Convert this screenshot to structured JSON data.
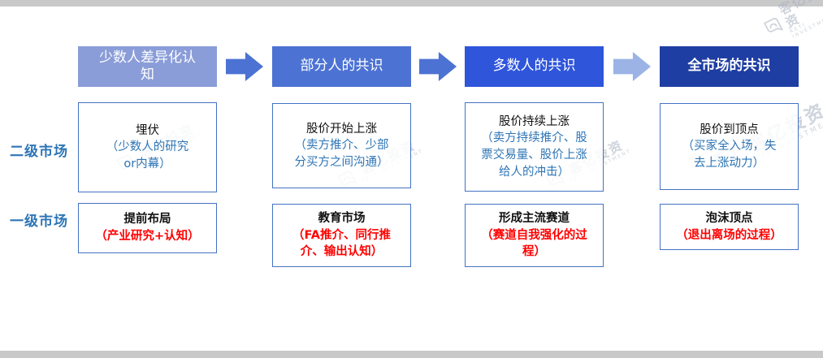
{
  "row_labels": {
    "secondary": "二级市场",
    "primary": "一级市场"
  },
  "stages": [
    {
      "header": "少数人差异化认\n知",
      "secondary": {
        "title": "埋伏",
        "detail": "（少数人的研究\nor内幕）"
      },
      "primary": {
        "title": "提前布局",
        "detail": "（产业研究+认知）"
      }
    },
    {
      "header": "部分人的共识",
      "secondary": {
        "title": "股价开始上涨",
        "detail": "（卖方推介、少部\n分买方之间沟通）"
      },
      "primary": {
        "title": "教育市场",
        "detail": "（FA推介、同行推\n介、输出认知）"
      }
    },
    {
      "header": "多数人的共识",
      "secondary": {
        "title": "股价持续上涨",
        "detail": "（卖方持续推介、股\n票交易量、股价上涨\n给人的冲击）"
      },
      "primary": {
        "title": "形成主流赛道",
        "detail": "（赛道自我强化的过\n程）"
      }
    },
    {
      "header": "全市场的共识",
      "secondary": {
        "title": "股价到顶点",
        "detail": "（买家全入场，失\n去上涨动力）"
      },
      "primary": {
        "title": "泡沫顶点",
        "detail": "（退出离场的过程）"
      }
    }
  ],
  "watermark": {
    "text": "客亿投资",
    "subtext": "KEYI INVESTMENT"
  },
  "colors": {
    "header_fills": [
      "#8A9DD8",
      "#4C72D3",
      "#2F55DB",
      "#1F3EA3"
    ],
    "arrow_fills": [
      "#4C72D3",
      "#4C72D3",
      "#9BB3E5"
    ],
    "box_border": "#4472C4",
    "secondary_detail_text": "#2E75B6",
    "primary_detail_text": "#FF0000",
    "row_label_text": "#2E75B6"
  }
}
